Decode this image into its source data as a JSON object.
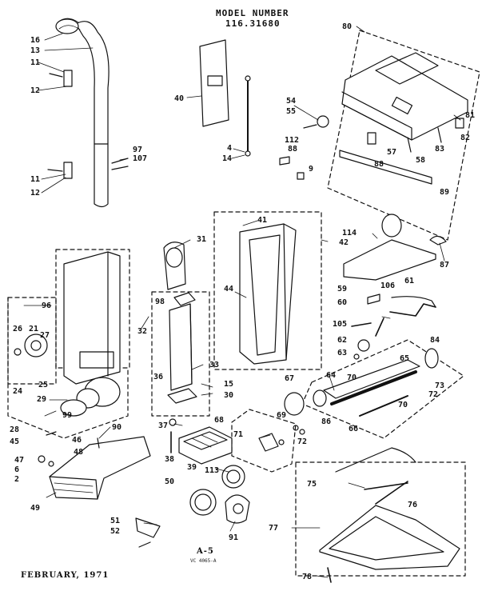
{
  "header": {
    "line1": "MODEL NUMBER",
    "line2": "116.31680"
  },
  "footer": {
    "date": "FEBRUARY, 1971",
    "page": "A-5",
    "code": "VC 4065-A"
  },
  "colors": {
    "ink": "#111111",
    "paper": "#ffffff"
  },
  "callouts": [
    "16",
    "13",
    "11",
    "12",
    "97",
    "107",
    "11",
    "12",
    "40",
    "4",
    "14",
    "54",
    "55",
    "112",
    "88",
    "9",
    "80",
    "81",
    "82",
    "57",
    "83",
    "58",
    "88",
    "89",
    "31",
    "41",
    "42",
    "114",
    "87",
    "59",
    "106",
    "61",
    "60",
    "96",
    "98",
    "32",
    "44",
    "84",
    "105",
    "62",
    "63",
    "26",
    "21",
    "27",
    "24",
    "25",
    "29",
    "99",
    "33",
    "36",
    "39",
    "15",
    "30",
    "67",
    "64",
    "65",
    "70",
    "73",
    "72",
    "70",
    "66",
    "86",
    "69",
    "72",
    "71",
    "68",
    "28",
    "45",
    "46",
    "47",
    "48",
    "6",
    "2",
    "90",
    "37",
    "38",
    "113",
    "50",
    "49",
    "91",
    "51",
    "52",
    "75",
    "76",
    "77",
    "78"
  ]
}
